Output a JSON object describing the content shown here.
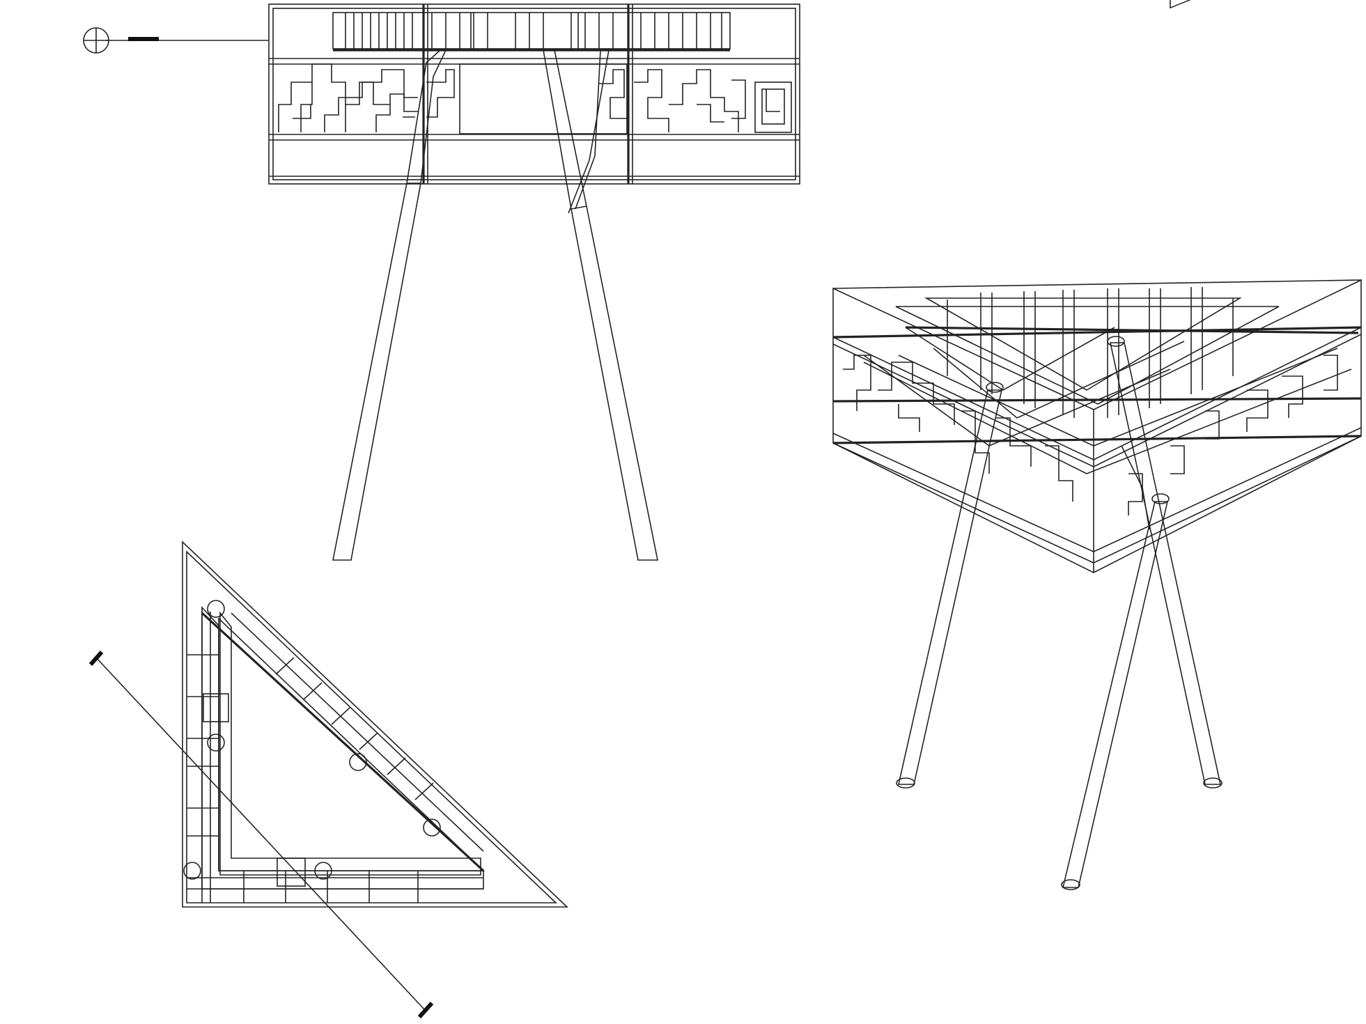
{
  "drawing": {
    "type": "technical line drawing",
    "views": [
      "front-elevation",
      "plan-view",
      "perspective-view"
    ],
    "line_color": "#222222",
    "background": "#ffffff",
    "labels": []
  }
}
